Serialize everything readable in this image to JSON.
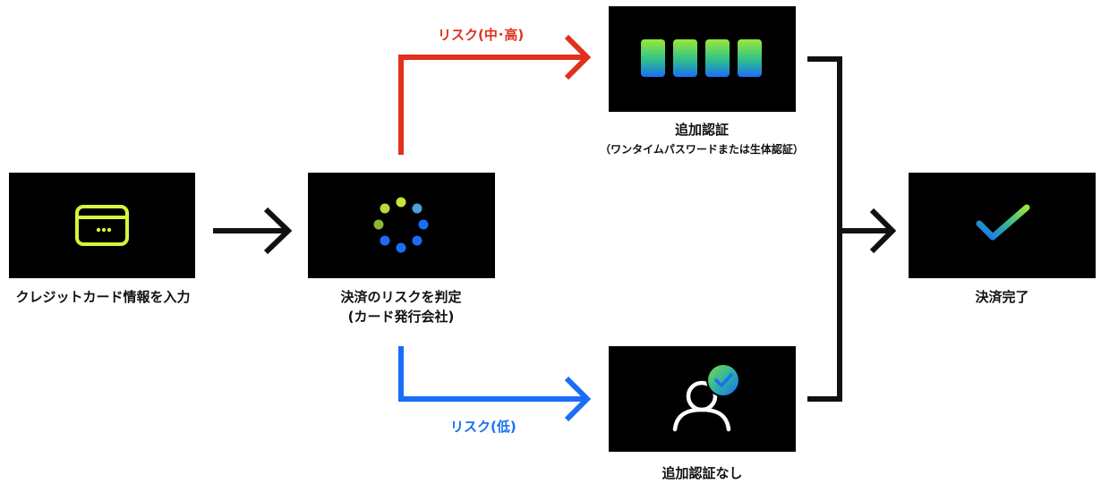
{
  "steps": {
    "card_input": {
      "label": "クレジットカード情報を入力",
      "icon": "credit-card-icon"
    },
    "risk_check": {
      "label": "決済のリスクを判定",
      "sublabel": "(カード発行会社)",
      "icon": "loading-spinner-icon"
    },
    "extra_auth": {
      "label": "追加認証",
      "sublabel": "（ワンタイムパスワードまたは生体認証）",
      "icon": "passcode-entry-icon"
    },
    "no_auth": {
      "label": "追加認証なし",
      "icon": "verified-user-icon"
    },
    "complete": {
      "label": "決済完了",
      "icon": "checkmark-icon"
    }
  },
  "branches": {
    "high": {
      "label": "リスク(中･高)",
      "color": "#e0301e"
    },
    "low": {
      "label": "リスク(低)",
      "color": "#1a6ef5"
    }
  },
  "colors": {
    "box": "#000000",
    "icon_lime": "#d4f53c",
    "icon_blue": "#1a6ef5",
    "icon_green": "#5ad47a",
    "connector": "#111111"
  }
}
